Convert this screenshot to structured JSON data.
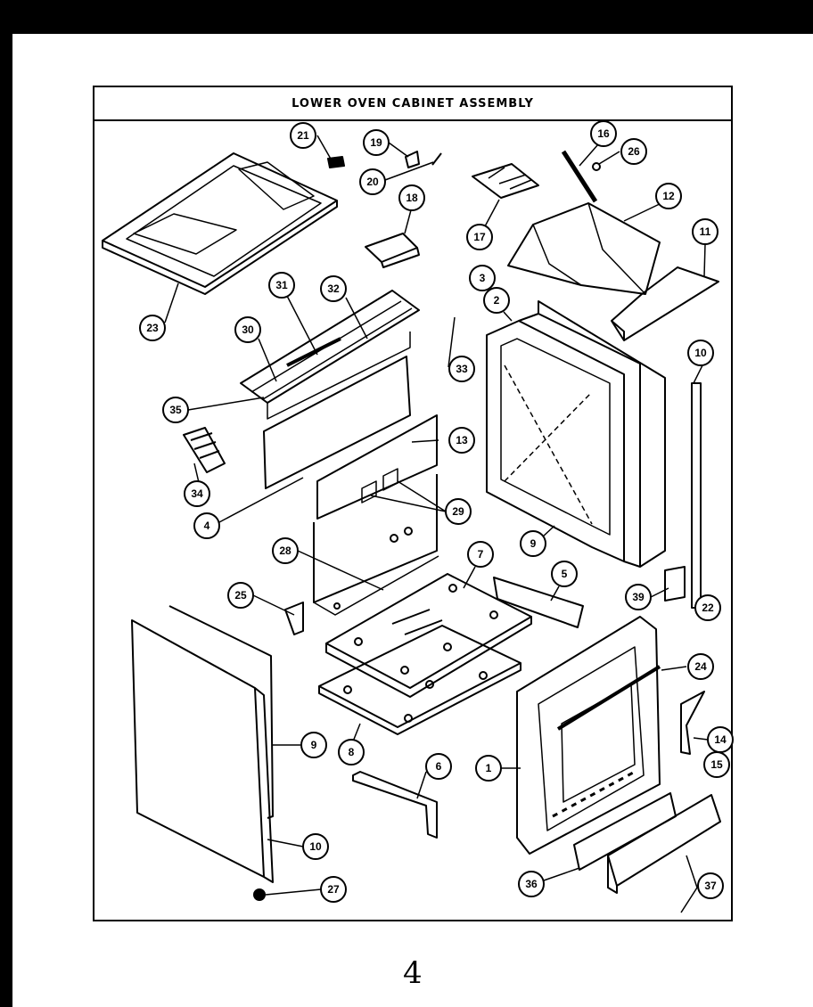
{
  "title": "LOWER OVEN CABINET ASSEMBLY",
  "page_number": "4",
  "callouts": [
    "21",
    "19",
    "20",
    "16",
    "26",
    "23",
    "18",
    "17",
    "12",
    "11",
    "31",
    "32",
    "30",
    "33",
    "3",
    "2",
    "10",
    "35",
    "34",
    "13",
    "29",
    "4",
    "9",
    "28",
    "7",
    "5",
    "39",
    "22",
    "25",
    "24",
    "8",
    "1",
    "14",
    "15",
    "6",
    "9",
    "10",
    "36",
    "37",
    "27"
  ]
}
